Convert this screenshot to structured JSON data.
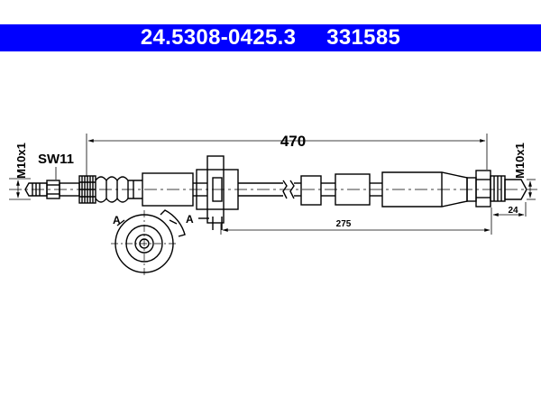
{
  "header": {
    "part_number": "24.5308-0425.3",
    "ref_number": "331585",
    "background": "#0000ff",
    "text_color": "#ffffff"
  },
  "drawing": {
    "thread_left": "M10x1",
    "thread_right": "M10x1",
    "wrench_size": "SW11",
    "overall_length": "470",
    "partial_length": "275",
    "fitting_length": "24",
    "section_marker_left": "A",
    "section_marker_right": "A",
    "line_color": "#000000"
  }
}
